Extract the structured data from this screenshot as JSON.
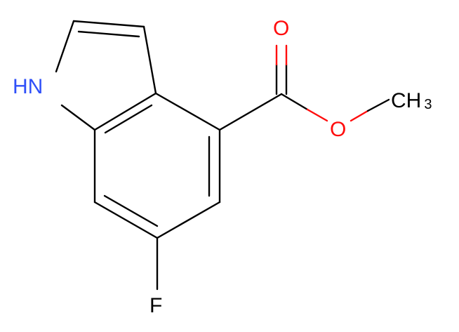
{
  "molecule": {
    "atoms": {
      "nh": "HN",
      "f": "F",
      "o_carbonyl": "O",
      "o_ester": "O",
      "ch3_main": "CH",
      "ch3_sub": "3"
    }
  },
  "colors": {
    "bond": "#000000",
    "nitrogen": "#3050f8",
    "oxygen": "#ff0d0d",
    "fluorine": "#000000",
    "carbon": "#000000"
  }
}
